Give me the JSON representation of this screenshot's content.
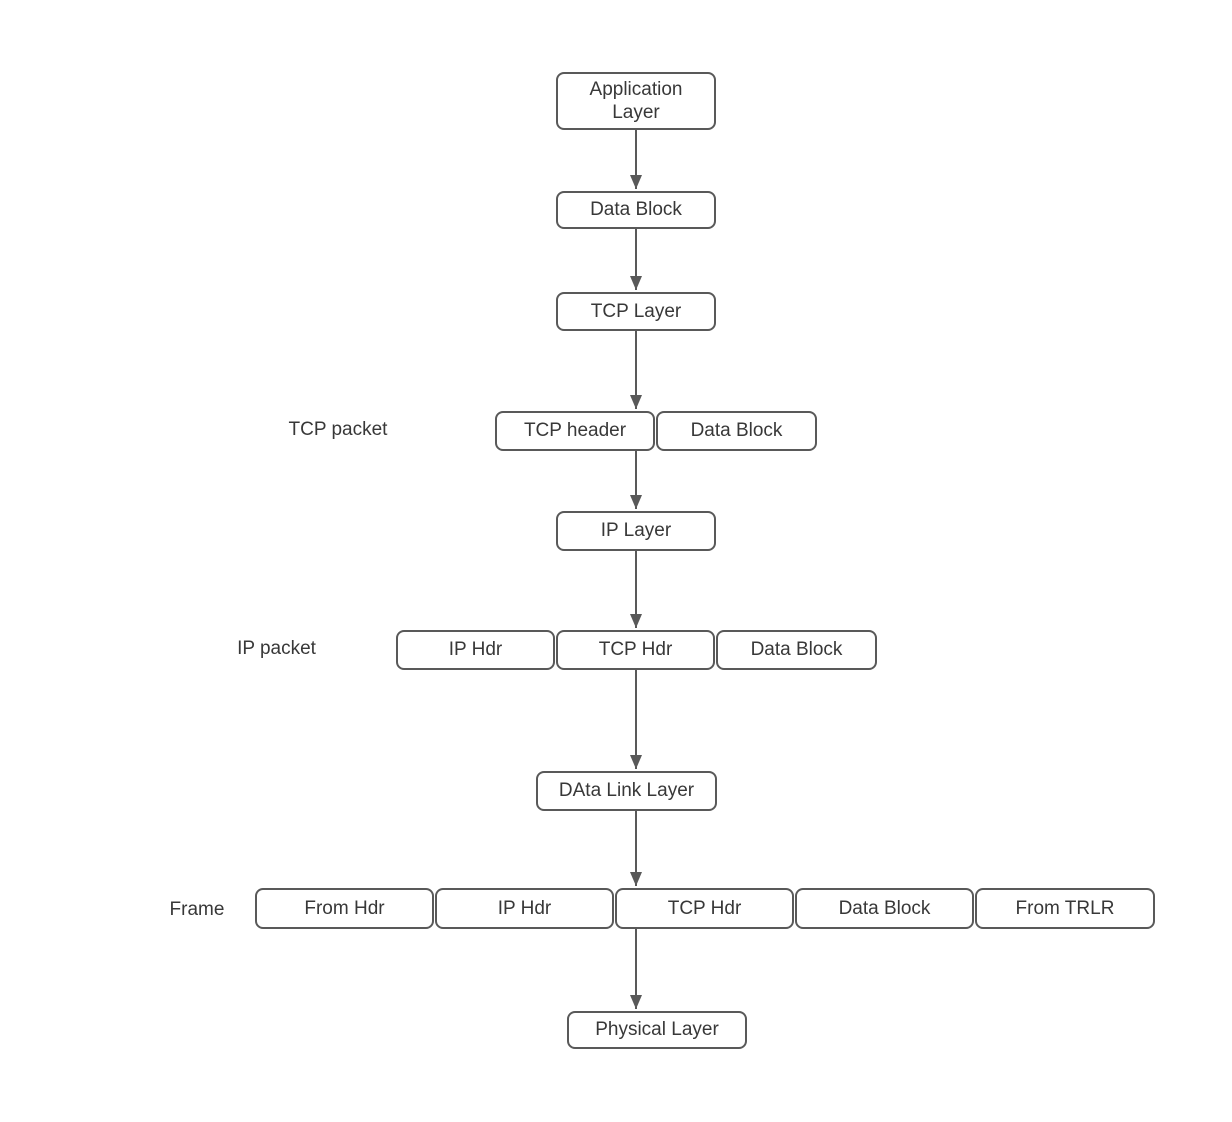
{
  "colors": {
    "background": "#ffffff",
    "box_fill": "#ffffff",
    "box_border": "#595959",
    "text": "#383838",
    "arrow": "#595959"
  },
  "nodes": {
    "application_layer": "Application\nLayer",
    "data_block_1": "Data Block",
    "tcp_layer": "TCP Layer",
    "tcp_header": "TCP header",
    "data_block_2": "Data Block",
    "ip_layer": "IP Layer",
    "ip_hdr": "IP Hdr",
    "tcp_hdr": "TCP Hdr",
    "data_block_3": "Data Block",
    "data_link_layer": "DAta Link Layer",
    "from_hdr": "From Hdr",
    "ip_hdr_2": "IP Hdr",
    "tcp_hdr_2": "TCP Hdr",
    "data_block_4": "Data Block",
    "from_trlr": "From TRLR",
    "physical_layer": "Physical Layer"
  },
  "labels": {
    "tcp_packet": "TCP packet",
    "ip_packet": "IP packet",
    "frame": "Frame"
  }
}
